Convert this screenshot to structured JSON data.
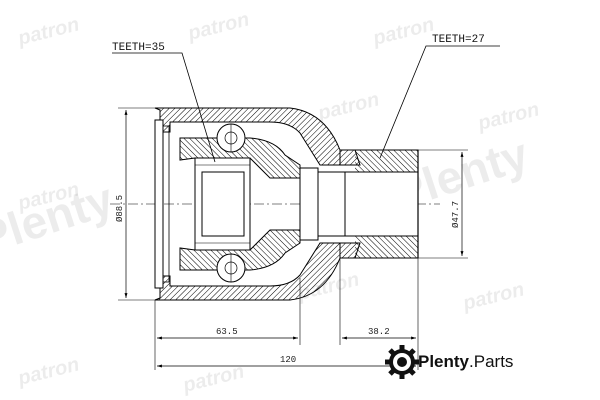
{
  "labels": {
    "teeth_left": "TEETH=35",
    "teeth_right": "TEETH=27"
  },
  "dimensions": {
    "outer_diameter": "Ø88.5",
    "shaft_diameter": "Ø47.7",
    "length_body": "63.5",
    "length_shaft": "38.2",
    "length_total": "120"
  },
  "watermarks": {
    "small": "patron",
    "large": "Plenty"
  },
  "brand": {
    "name_bold": "Plenty",
    "name_rest": ".Parts",
    "icon": "gear-logo-icon"
  },
  "colors": {
    "line": "#000000",
    "hatch": "#000000",
    "centerline": "#555555",
    "watermark": "#000000"
  }
}
